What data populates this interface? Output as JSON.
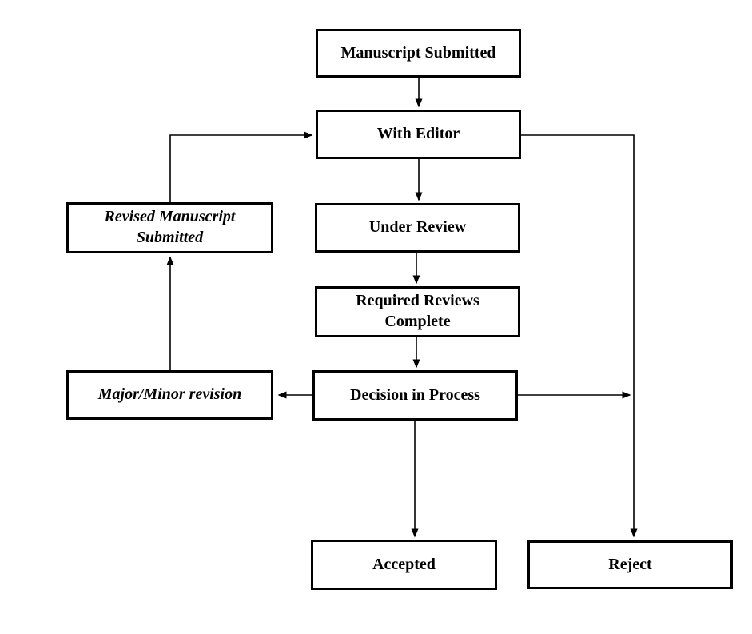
{
  "diagram": {
    "type": "flowchart",
    "subject": "Manuscript submission and review workflow",
    "colors": {
      "background": "#ffffff",
      "line": "#000000",
      "box_border": "#000000",
      "text": "#000000"
    },
    "nodes": [
      {
        "id": "manuscript_submitted",
        "label": "Manuscript Submitted",
        "style": "bold"
      },
      {
        "id": "with_editor",
        "label": "With Editor",
        "style": "bold"
      },
      {
        "id": "under_review",
        "label": "Under Review",
        "style": "bold"
      },
      {
        "id": "required_reviews_complete",
        "label": "Required Reviews\nComplete",
        "style": "bold"
      },
      {
        "id": "decision_in_process",
        "label": "Decision in Process",
        "style": "bold"
      },
      {
        "id": "revised_manuscript_submitted",
        "label": "Revised Manuscript\nSubmitted",
        "style": "bold-italic"
      },
      {
        "id": "major_minor_revision",
        "label": "Major/Minor revision",
        "style": "bold-italic"
      },
      {
        "id": "accepted",
        "label": "Accepted",
        "style": "bold"
      },
      {
        "id": "reject",
        "label": "Reject",
        "style": "bold"
      }
    ],
    "edges": [
      {
        "from": "manuscript_submitted",
        "to": "with_editor",
        "arrow": true
      },
      {
        "from": "with_editor",
        "to": "under_review",
        "arrow": true
      },
      {
        "from": "under_review",
        "to": "required_reviews_complete",
        "arrow": true
      },
      {
        "from": "required_reviews_complete",
        "to": "decision_in_process",
        "arrow": true
      },
      {
        "from": "decision_in_process",
        "to": "major_minor_revision",
        "arrow": true
      },
      {
        "from": "decision_in_process",
        "to": "accepted",
        "arrow": true
      },
      {
        "from": "decision_in_process",
        "to": "reject",
        "arrow": true
      },
      {
        "from": "major_minor_revision",
        "to": "revised_manuscript_submitted",
        "arrow": true
      },
      {
        "from": "revised_manuscript_submitted",
        "to": "with_editor",
        "arrow": true
      },
      {
        "from": "with_editor",
        "to": "reject",
        "arrow": true
      }
    ]
  }
}
